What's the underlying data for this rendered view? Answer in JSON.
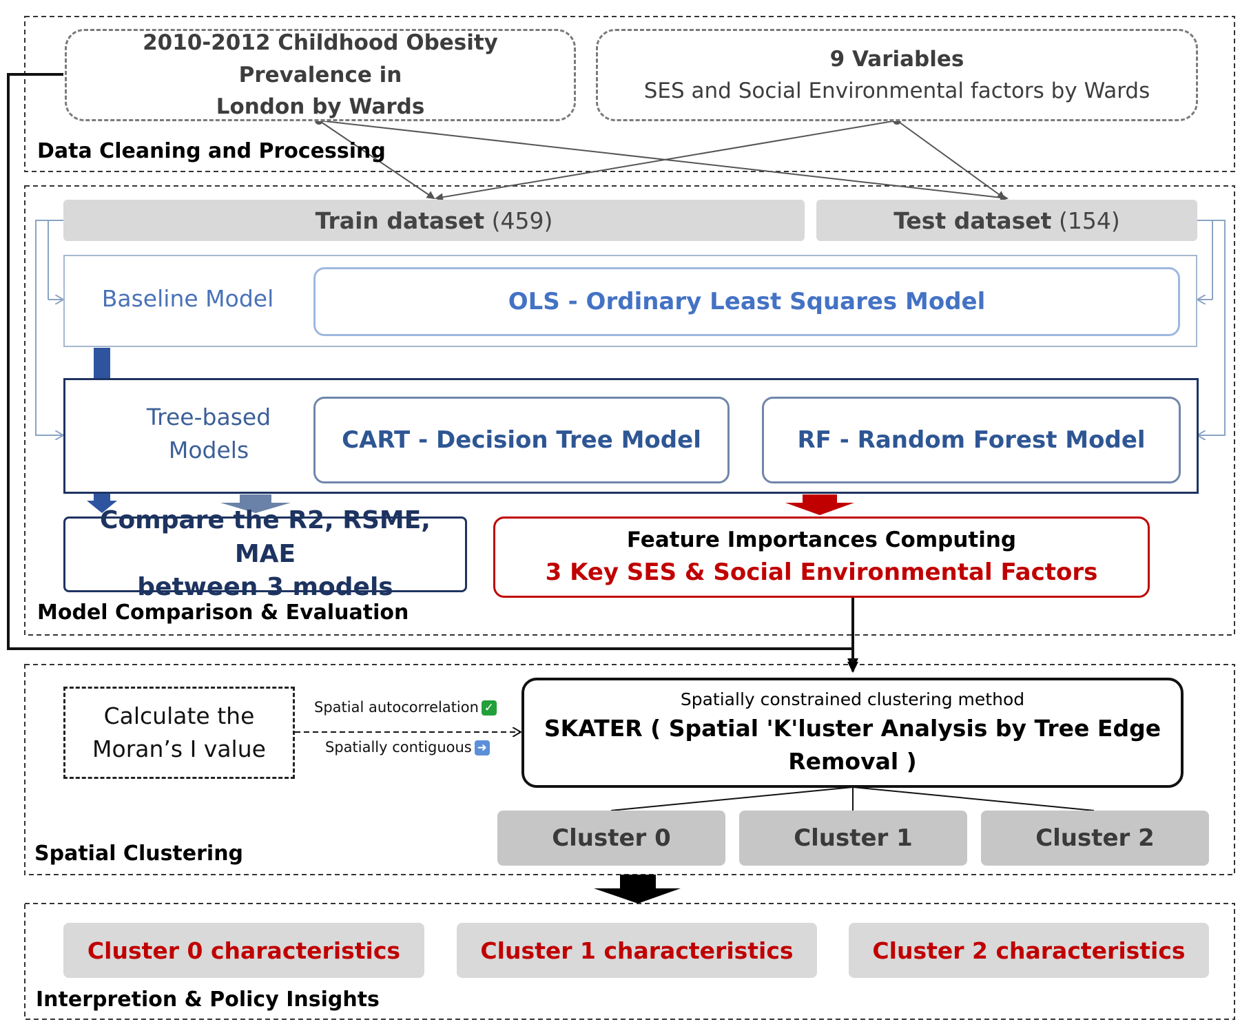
{
  "sections": {
    "data": "Data Cleaning and Processing",
    "model": "Model Comparison & Evaluation",
    "spatial": "Spatial Clustering",
    "interp": "Interpretion & Policy Insights"
  },
  "sources": {
    "obesity_line1": "2010-2012 Childhood Obesity Prevalence in",
    "obesity_line2": "London by Wards",
    "variables_line1": "9 Variables",
    "variables_line2": "SES and Social Environmental factors by Wards"
  },
  "datasets": {
    "train_label": "Train dataset",
    "train_count": "(459)",
    "test_label": "Test dataset",
    "test_count": "(154)"
  },
  "models": {
    "baseline_label": "Baseline Model",
    "ols": "OLS - Ordinary Least Squares Model",
    "tree_label_1": "Tree-based",
    "tree_label_2": "Models",
    "cart": "CART - Decision Tree Model",
    "rf": "RF - Random Forest Model"
  },
  "evaluation": {
    "compare_line1": "Compare the R2, RSME, MAE",
    "compare_line2": "between 3 models",
    "feature_line1": "Feature Importances Computing",
    "feature_line2": "3 Key SES & Social Environmental Factors"
  },
  "spatial": {
    "moran_line1": "Calculate the",
    "moran_line2": "Moran’s I value",
    "edge_top": "Spatial autocorrelation",
    "edge_bottom": "Spatially contiguous",
    "skater_sub": "Spatially constrained clustering method",
    "skater_line1": "SKATER ( Spatial 'K'luster Analysis by Tree Edge",
    "skater_line2": "Removal )",
    "clusters": [
      "Cluster 0",
      "Cluster 1",
      "Cluster 2"
    ]
  },
  "insights": [
    "Cluster 0 characteristics",
    "Cluster 1 characteristics",
    "Cluster 2 characteristics"
  ],
  "colors": {
    "navy": "#1d3360",
    "red": "#c00000",
    "blue": "#4472c4",
    "gray": "#d9d9d9"
  }
}
